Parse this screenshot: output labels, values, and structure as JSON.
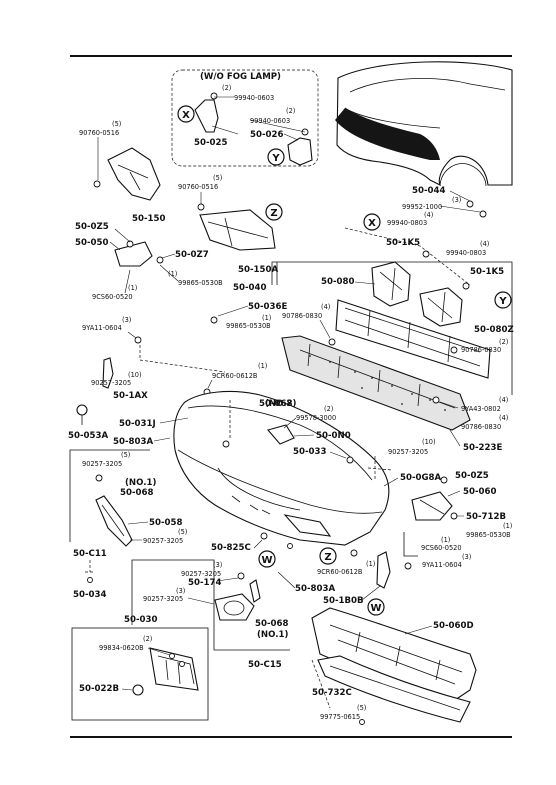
{
  "inset_title": "(W/O FOG LAMP)",
  "refs": {
    "x": "X",
    "y": "Y",
    "z": "Z",
    "w": "W"
  },
  "labels": {
    "p_50_025": "50-025",
    "p_50_026": "50-026",
    "p_99940_0603_a_q": "(2)",
    "p_99940_0603_a": "99940-0603",
    "p_99940_0603_b_q": "(2)",
    "p_99940_0603_b": "99940-0603",
    "p_90760_0516_a_q": "(5)",
    "p_90760_0516_a": "90760-0516",
    "p_50_150": "50-150",
    "p_90760_0516_b_q": "(5)",
    "p_90760_0516_b": "90760-0516",
    "p_50_0z5_a": "50-0Z5",
    "p_50_050": "50-050",
    "p_50_0z7": "50-0Z7",
    "p_50_150a": "50-150A",
    "p_99865_0530b_a_q": "(1)",
    "p_99865_0530b_a": "99865-0530B",
    "p_9cs60_0520_q": "(1)",
    "p_9cs60_0520": "9CS60-0520",
    "p_50_040": "50-040",
    "p_50_036e": "50-036E",
    "p_99865_0530b_b_q": "(1)",
    "p_99865_0530b_b": "99865-0530B",
    "p_9ya11_0604_a_q": "(3)",
    "p_9ya11_0604_a": "9YA11-0604",
    "p_9cr60_0612b_a_q": "(1)",
    "p_9cr60_0612b_a": "9CR60-0612B",
    "p_90257_3205_a_q": "(10)",
    "p_90257_3205_a": "90257-3205",
    "p_50_1ax": "50-1AX",
    "p_50_068_a_q": "(NO.2)",
    "p_50_068_a": "50-068",
    "p_99578_3000_q": "(2)",
    "p_99578_3000": "99578-3000",
    "p_50_0n0": "50-0N0",
    "p_50_053a": "50-053A",
    "p_50_031j": "50-031J",
    "p_50_803a_a": "50-803A",
    "p_50_033": "50-033",
    "p_90257_3205_b_q": "(10)",
    "p_90257_3205_b": "90257-3205",
    "p_90257_3205_c_q": "(5)",
    "p_90257_3205_c": "90257-3205",
    "p_50_068_b_q": "(NO.1)",
    "p_50_068_b": "50-068",
    "p_50_058": "50-058",
    "p_90257_3205_d_q": "(5)",
    "p_90257_3205_d": "90257-3205",
    "p_50_c11": "50-C11",
    "p_50_034": "50-034",
    "p_50_825c": "50-825C",
    "p_50_0g8a": "50-0G8A",
    "p_50_0z5_b": "50-0Z5",
    "p_50_060": "50-060",
    "p_50_712b": "50-712B",
    "p_99865_0530b_c_q": "(1)",
    "p_99865_0530b_c": "99865-0530B",
    "p_9cs60_0520_b_q": "(1)",
    "p_9cs60_0520_b": "9CS60-0520",
    "p_9ya11_0604_b_q": "(3)",
    "p_9ya11_0604_b": "9YA11-0604",
    "p_9cr60_0612b_b_q": "(1)",
    "p_9cr60_0612b_b": "9CR60-0612B",
    "p_50_803a_b": "50-803A",
    "p_50_1b0b": "50-1B0B",
    "p_90257_3205_e_q": "(3)",
    "p_90257_3205_e": "90257-3205",
    "p_50_174": "50-174",
    "p_90257_3205_f_q": "(3)",
    "p_90257_3205_f": "90257-3205",
    "p_50_068_c": "50-068",
    "p_50_068_c_q": "(NO.1)",
    "p_50_c15": "50-C15",
    "p_50_030": "50-030",
    "p_99834_0620b_q": "(2)",
    "p_99834_0620b": "99834-0620B",
    "p_50_022b": "50-022B",
    "p_50_060d": "50-060D",
    "p_50_732c": "50-732C",
    "p_99775_0615_q": "(5)",
    "p_99775_0615": "99775-0615",
    "p_50_044": "50-044",
    "p_99952_1000_q": "(3)",
    "p_99952_1000": "99952-1000",
    "p_99940_0803_a_q": "(4)",
    "p_99940_0803_a": "99940-0803",
    "p_50_1k5_a": "50-1K5",
    "p_99940_0803_b_q": "(4)",
    "p_99940_0803_b": "99940-0803",
    "p_50_1k5_b": "50-1K5",
    "p_50_080": "50-080",
    "p_90786_0830_a_q": "(4)",
    "p_90786_0830_a": "90786-0830",
    "p_50_080z": "50-080Z",
    "p_90786_0830_b_q": "(2)",
    "p_90786_0830_b": "90786-0830",
    "p_9ya43_0802_q": "(4)",
    "p_9ya43_0802": "9YA43-0802",
    "p_90786_0830_c_q": "(4)",
    "p_90786_0830_c": "90786-0830",
    "p_50_223e": "50-223E"
  }
}
